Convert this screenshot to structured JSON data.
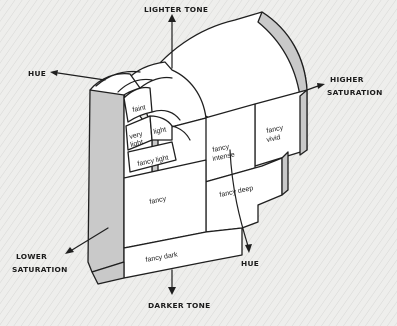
{
  "labels": {
    "lighter_tone": "LIGHTER TONE",
    "darker_tone": "DARKER TONE",
    "hue_left": "HUE",
    "hue_bottom": "HUE",
    "higher_saturation": [
      "HIGHER",
      "SATURATION"
    ],
    "lower_saturation": [
      "LOWER",
      "SATURATION"
    ]
  },
  "cells": {
    "faint": "faint",
    "very_light": [
      "very",
      "light"
    ],
    "light": "light",
    "fancy_light": "fancy light",
    "fancy": "fancy",
    "fancy_dark": "fancy dark",
    "fancy_intense": [
      "fancy",
      "intense"
    ],
    "fancy_vivid": [
      "fancy",
      "vivid"
    ],
    "fancy_deep": "fancy deep"
  }
}
